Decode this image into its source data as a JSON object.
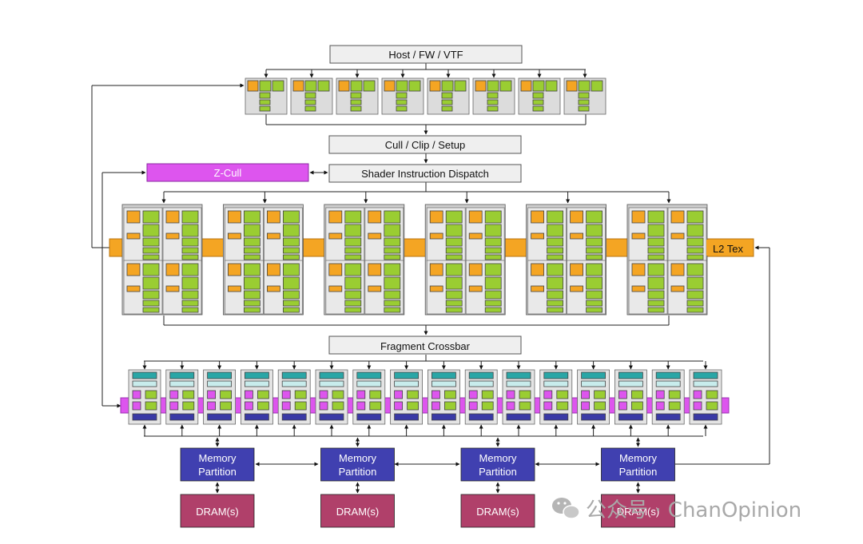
{
  "blocks": {
    "host": "Host / FW / VTF",
    "cull": "Cull / Clip / Setup",
    "zcull": "Z-Cull",
    "dispatch": "Shader Instruction Dispatch",
    "l2tex": "L2 Tex",
    "crossbar": "Fragment Crossbar",
    "memory_partition_line1": "Memory",
    "memory_partition_line2": "Partition",
    "dram": "DRAM(s)"
  },
  "counts": {
    "vertex_units": 8,
    "shader_clusters": 6,
    "rop_units": 16,
    "memory_partitions": 4
  },
  "watermark": {
    "text": "公众号 · ChanOpinion"
  },
  "colors": {
    "orange": "#f4a523",
    "green": "#9acd32",
    "gray_panel": "#dcdcdc",
    "label_box": "#efefef",
    "magenta": "#dd55ee",
    "teal": "#2aa6a6",
    "light_teal": "#c8ecec",
    "navy": "#3a3aa6",
    "memory_blue": "#4040b0",
    "dram_red": "#b0406a"
  }
}
